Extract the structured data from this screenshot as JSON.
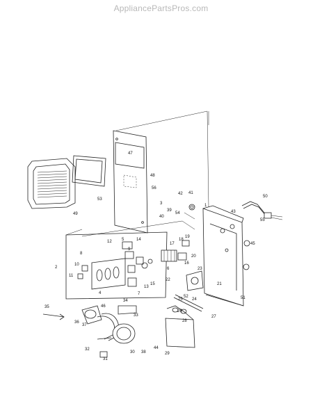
{
  "site": {
    "watermark": "AppliancePartsPros.com"
  },
  "callouts": [
    "1",
    "2",
    "3",
    "4",
    "5",
    "6",
    "7",
    "8",
    "9",
    "10",
    "11",
    "12",
    "13",
    "14",
    "15",
    "16",
    "17",
    "18",
    "19",
    "20",
    "21",
    "22",
    "23",
    "24",
    "25",
    "26",
    "27",
    "28",
    "29",
    "30",
    "31",
    "32",
    "33",
    "34",
    "35",
    "36",
    "37",
    "38",
    "39",
    "40",
    "41",
    "42",
    "43",
    "44",
    "45",
    "46",
    "47",
    "48",
    "49",
    "50",
    "51",
    "52",
    "53",
    "54",
    "55",
    "56"
  ]
}
